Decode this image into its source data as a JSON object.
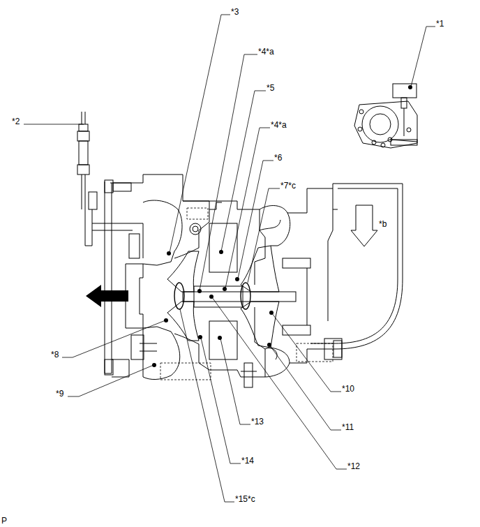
{
  "diagram": {
    "labels": [
      "*1",
      "*3",
      "*4*a",
      "*5",
      "*2",
      "*4*a",
      "*6",
      "*7*c",
      "*b",
      "*8",
      "*10",
      "*9",
      "*13",
      "*11",
      "*14",
      "*12",
      "*15*c",
      "P"
    ]
  }
}
